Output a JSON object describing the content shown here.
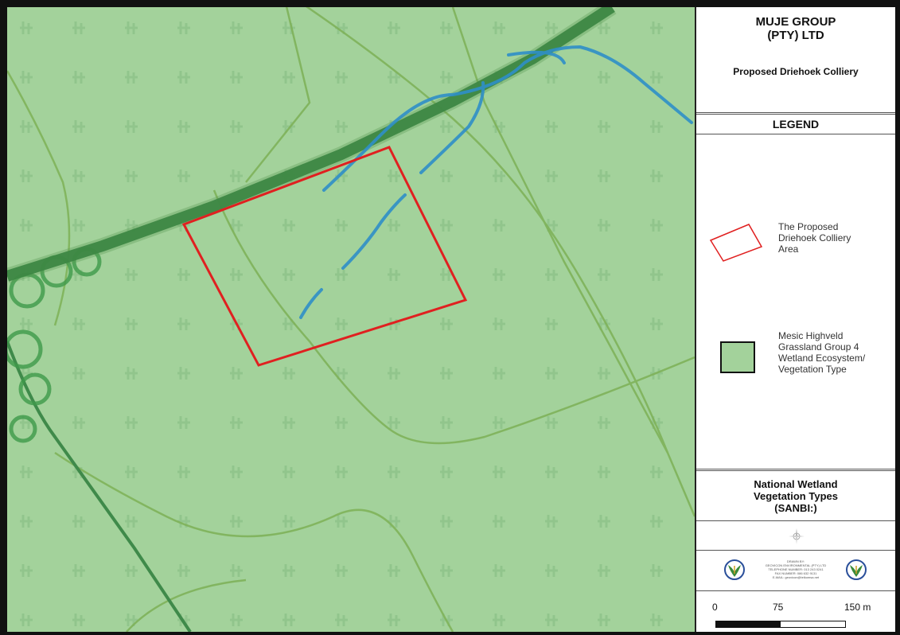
{
  "title_block": {
    "company": "MUJE GROUP\n(PTY) LTD",
    "project": "Proposed Driehoek Colliery"
  },
  "legend": {
    "heading": "LEGEND",
    "items": [
      {
        "label": "The Proposed\nDriehoek Colliery\nArea",
        "symbol": "red-outline-polygon",
        "color": "#e02020"
      },
      {
        "label": "Mesic Highveld\nGrassland Group 4\nWetland Ecosystem/\nVegetation Type",
        "symbol": "green-fill-square",
        "color": "#a3d29b"
      }
    ]
  },
  "map_title": "National Wetland\nVegetation Types\n(SANBI:)",
  "north_arrow": "compass-rose-icon",
  "credits": {
    "text": "DRAWN BY:\nGEOVICON ENVIRONMENTAL (PTY) LTD\nTELEPHONE NUMBER: 013 243 0241\nFAX NUMBER: 086 632 9131\nE-MAIL: geovicon@telkomsa.net",
    "logo_icon": "company-logo-icon"
  },
  "scale_bar": {
    "labels": [
      "0",
      "75",
      "150 m"
    ]
  },
  "colors": {
    "map_fill": "#a3d29b",
    "boundary": "#e02020",
    "road": "#2f7d3c",
    "stream": "#2f8fc8",
    "contour": "#7fb25a"
  }
}
